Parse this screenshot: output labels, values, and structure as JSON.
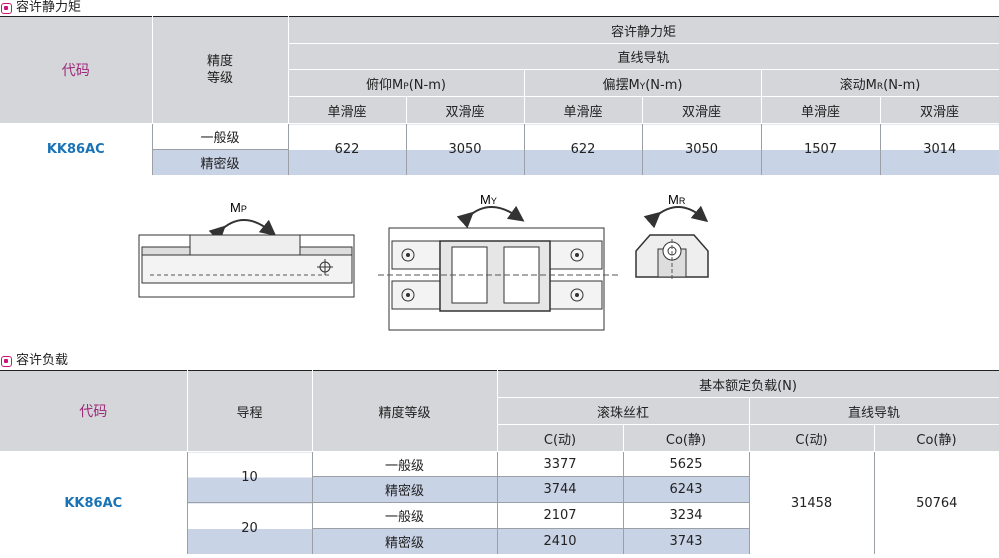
{
  "section1": {
    "title": "容许静力矩",
    "code_label": "代码",
    "grade_label": "精度\n等级",
    "header_main": "容许静力矩",
    "header_sub": "直线导轨",
    "moments": [
      {
        "label": "俯仰M",
        "sub": "P",
        "unit": "(N-m)"
      },
      {
        "label": "偏摆M",
        "sub": "Y",
        "unit": "(N-m)"
      },
      {
        "label": "滚动M",
        "sub": "R",
        "unit": "(N-m)"
      }
    ],
    "single": "单滑座",
    "double": "双滑座",
    "model": "KK86AC",
    "grades": [
      "一般级",
      "精密级"
    ],
    "values": [
      "622",
      "3050",
      "622",
      "3050",
      "1507",
      "3014"
    ]
  },
  "diagram_labels": {
    "mp": {
      "main": "M",
      "sub": "P"
    },
    "my": {
      "main": "M",
      "sub": "Y"
    },
    "mr": {
      "main": "M",
      "sub": "R"
    }
  },
  "section2": {
    "title": "容许负载",
    "code_label": "代码",
    "lead_label": "导程",
    "grade_label": "精度等级",
    "header_main": "基本额定负载(N)",
    "ballscrew": "滚珠丝杠",
    "linear_guide": "直线导轨",
    "c_dyn": "C(动)",
    "c_static": "Co(静)",
    "model": "KK86AC",
    "rows": [
      {
        "lead": "10",
        "grade": "一般级",
        "c": "3377",
        "co": "5625"
      },
      {
        "lead": "",
        "grade": "精密级",
        "c": "3744",
        "co": "6243"
      },
      {
        "lead": "20",
        "grade": "一般级",
        "c": "2107",
        "co": "3234"
      },
      {
        "lead": "",
        "grade": "精密级",
        "c": "2410",
        "co": "3743"
      }
    ],
    "guide_c": "31458",
    "guide_co": "50764"
  }
}
